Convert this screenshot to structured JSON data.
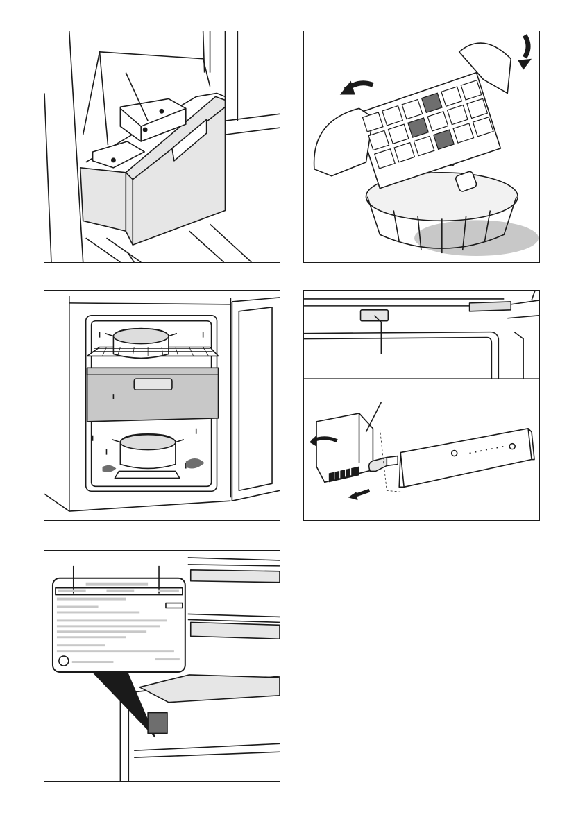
{
  "page": {
    "figures": [
      {
        "id": "fig-freezer-drawer-cold-packs",
        "icon": "freezer-drawer-icon"
      },
      {
        "id": "fig-ice-cube-tray",
        "icon": "ice-tray-icon"
      },
      {
        "id": "fig-defrost-pots",
        "icon": "defrost-icon"
      },
      {
        "id": "fig-lamp-cover-removal",
        "icon": "lamp-icon"
      },
      {
        "id": "fig-rating-plate",
        "icon": "rating-plate-icon"
      }
    ]
  },
  "colors": {
    "line": "#1a1a1a",
    "shade_light": "#e6e6e6",
    "shade_mid": "#c8c8c8",
    "shade_dark": "#6e6e6e"
  }
}
